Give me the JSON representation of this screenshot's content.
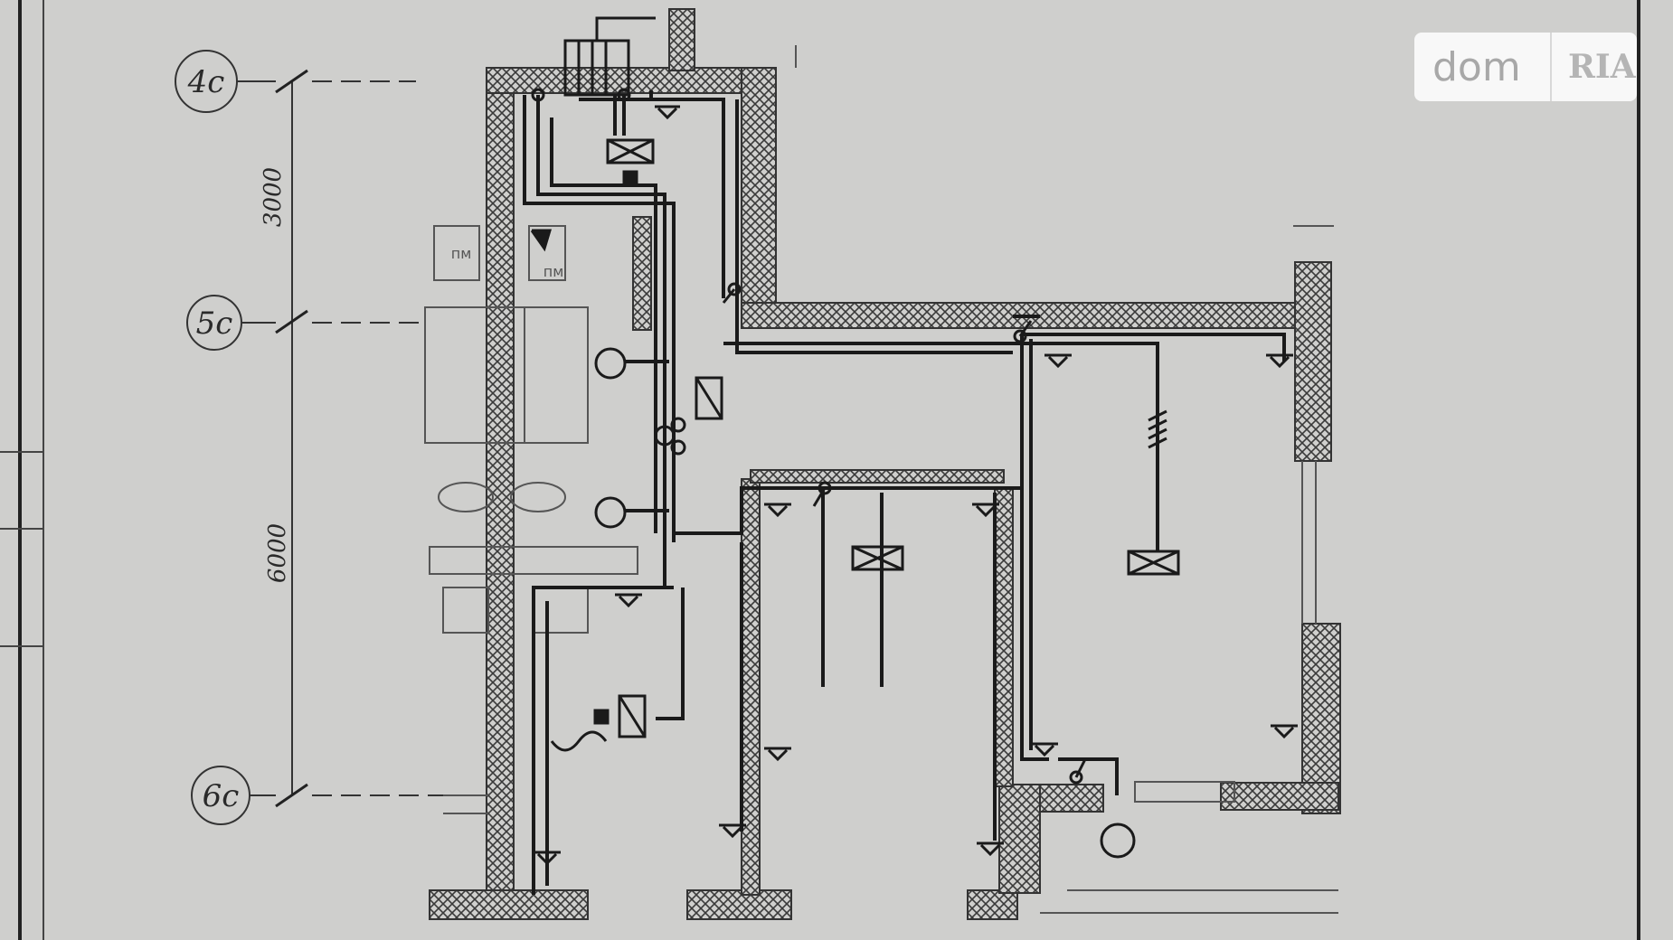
{
  "axes": [
    {
      "label": "4с"
    },
    {
      "label": "5с"
    },
    {
      "label": "6с"
    }
  ],
  "dimensions": [
    "3000",
    "6000"
  ],
  "fixture_labels": [
    "пм",
    "пм"
  ],
  "watermark": {
    "left": "dom",
    "right": "RIA"
  },
  "colors": {
    "paper": "#cfcfcd",
    "ink": "#1a1a1a",
    "wall_fill": "#bdbdbb"
  }
}
